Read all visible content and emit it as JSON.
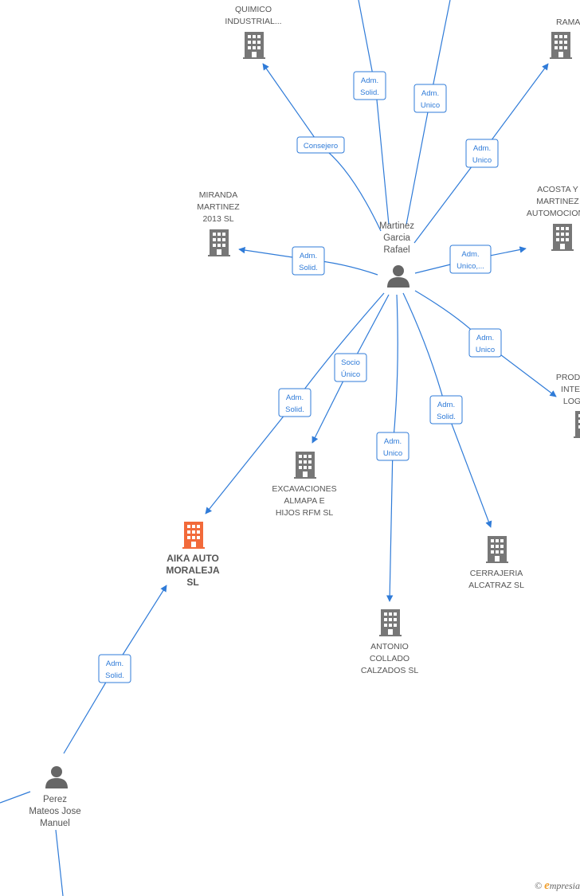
{
  "people": [
    {
      "id": "martinez",
      "lines": [
        "Martinez",
        "Garcia",
        "Rafael"
      ]
    },
    {
      "id": "perez",
      "lines": [
        "Perez",
        "Mateos Jose",
        "Manuel"
      ]
    }
  ],
  "companies": [
    {
      "id": "quimico",
      "lines": [
        "QUIMICO",
        "INDUSTRIAL..."
      ],
      "highlight": false
    },
    {
      "id": "ramarga",
      "lines": [
        "RAMARGA S"
      ],
      "highlight": false
    },
    {
      "id": "miranda",
      "lines": [
        "MIRANDA",
        "MARTINEZ",
        "2013  SL"
      ],
      "highlight": false
    },
    {
      "id": "acosta",
      "lines": [
        "ACOSTA Y",
        "MARTINEZ",
        "AUTOMOCION"
      ],
      "highlight": false
    },
    {
      "id": "prod",
      "lines": [
        "PROD",
        "INTE",
        "LOG"
      ],
      "highlight": false
    },
    {
      "id": "excavaciones",
      "lines": [
        "EXCAVACIONES",
        "ALMAPA E",
        "HIJOS RFM  SL"
      ],
      "highlight": false
    },
    {
      "id": "aika",
      "lines": [
        "AIKA AUTO",
        "MORALEJA",
        "SL"
      ],
      "highlight": true
    },
    {
      "id": "cerrajeria",
      "lines": [
        "CERRAJERIA",
        "ALCATRAZ  SL"
      ],
      "highlight": false
    },
    {
      "id": "antonio",
      "lines": [
        "ANTONIO",
        "COLLADO",
        "CALZADOS SL"
      ],
      "highlight": false
    }
  ],
  "relations": [
    {
      "id": "r_top1",
      "lines": [
        "Adm.",
        "Solid."
      ]
    },
    {
      "id": "r_top2",
      "lines": [
        "Adm.",
        "Unico"
      ]
    },
    {
      "id": "r_quimico",
      "lines": [
        "Consejero"
      ]
    },
    {
      "id": "r_ramarga",
      "lines": [
        "Adm.",
        "Unico"
      ]
    },
    {
      "id": "r_miranda",
      "lines": [
        "Adm.",
        "Solid."
      ]
    },
    {
      "id": "r_acosta",
      "lines": [
        "Adm.",
        "Unico,..."
      ]
    },
    {
      "id": "r_prod",
      "lines": [
        "Adm.",
        "Unico"
      ]
    },
    {
      "id": "r_excavaciones",
      "lines": [
        "Socio",
        "Único"
      ]
    },
    {
      "id": "r_aika",
      "lines": [
        "Adm.",
        "Solid."
      ]
    },
    {
      "id": "r_cerrajeria",
      "lines": [
        "Adm.",
        "Solid."
      ]
    },
    {
      "id": "r_antonio",
      "lines": [
        "Adm.",
        "Unico"
      ]
    },
    {
      "id": "r_perez_aika",
      "lines": [
        "Adm.",
        "Solid."
      ]
    }
  ],
  "colors": {
    "edge": "#2f7bd8",
    "building": "#777777",
    "building_highlight": "#f26a3a",
    "person": "#666666",
    "brand": "#f0a030"
  },
  "watermark": {
    "symbol": "©",
    "brand_initial": "e",
    "brand_rest": "mpresia"
  }
}
